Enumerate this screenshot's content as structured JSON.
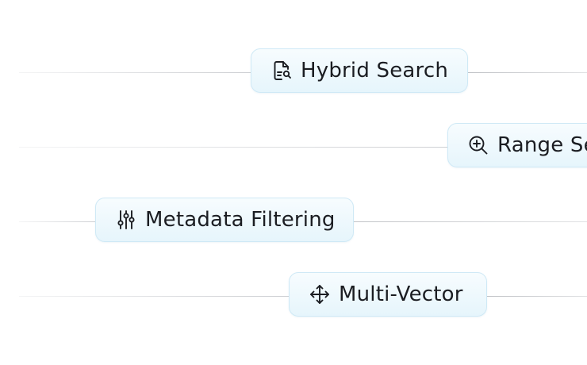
{
  "features": [
    {
      "label": "Hybrid Search",
      "icon": "document-search-icon"
    },
    {
      "label": "Range Se",
      "icon": "zoom-in-icon"
    },
    {
      "label": "Metadata Filtering",
      "icon": "sliders-icon"
    },
    {
      "label": "Multi-Vector",
      "icon": "move-arrows-icon"
    }
  ]
}
